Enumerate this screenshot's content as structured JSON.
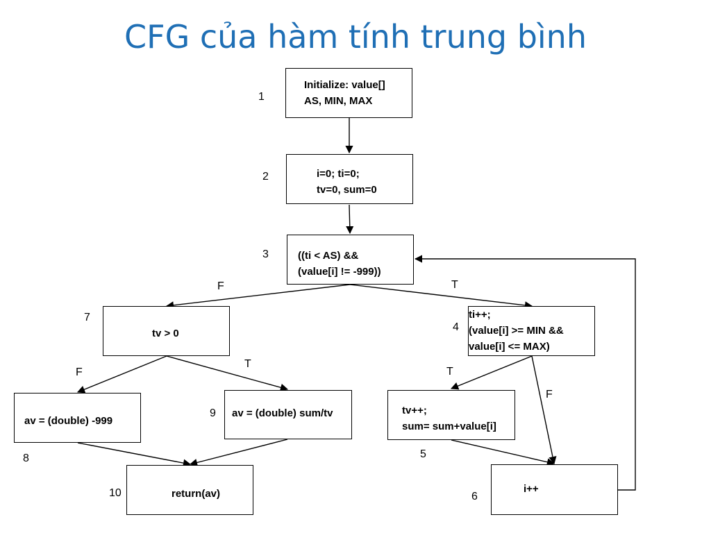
{
  "title": "CFG của hàm tính trung bình",
  "nodes": [
    {
      "id": "1",
      "lines": [
        "Initialize: value[]",
        "AS, MIN, MAX"
      ]
    },
    {
      "id": "2",
      "lines": [
        "i=0; ti=0;",
        "tv=0, sum=0"
      ]
    },
    {
      "id": "3",
      "lines": [
        "((ti < AS) &&",
        "(value[i] != -999))"
      ]
    },
    {
      "id": "4",
      "lines": [
        "ti++;",
        "(value[i] >= MIN &&",
        "value[i] <= MAX)"
      ]
    },
    {
      "id": "5",
      "lines": [
        "tv++;",
        "sum= sum+value[i]"
      ]
    },
    {
      "id": "6",
      "lines": [
        "i++"
      ]
    },
    {
      "id": "7",
      "lines": [
        "tv > 0"
      ]
    },
    {
      "id": "8",
      "lines": [
        "av = (double) -999"
      ]
    },
    {
      "id": "9",
      "lines": [
        "av = (double) sum/tv"
      ]
    },
    {
      "id": "10",
      "lines": [
        "return(av)"
      ]
    }
  ],
  "edges": [
    {
      "from": "1",
      "to": "2",
      "label": ""
    },
    {
      "from": "2",
      "to": "3",
      "label": ""
    },
    {
      "from": "3",
      "to": "7",
      "label": "F"
    },
    {
      "from": "3",
      "to": "4",
      "label": "T"
    },
    {
      "from": "7",
      "to": "8",
      "label": "F"
    },
    {
      "from": "7",
      "to": "9",
      "label": "T"
    },
    {
      "from": "4",
      "to": "5",
      "label": "T"
    },
    {
      "from": "4",
      "to": "6",
      "label": "F"
    },
    {
      "from": "8",
      "to": "10",
      "label": ""
    },
    {
      "from": "9",
      "to": "10",
      "label": ""
    },
    {
      "from": "5",
      "to": "6",
      "label": ""
    },
    {
      "from": "6",
      "to": "3",
      "label": ""
    }
  ]
}
